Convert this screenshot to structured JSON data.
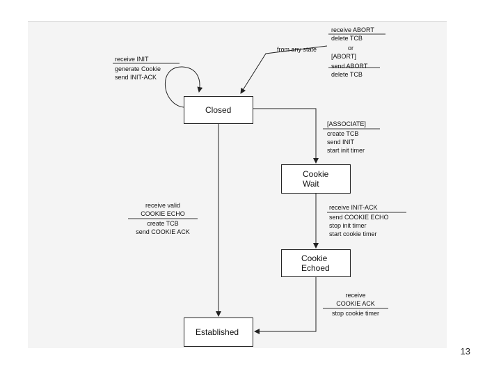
{
  "states": {
    "closed": "Closed",
    "cookie_wait": [
      "Cookie",
      "Wait"
    ],
    "cookie_echoed": [
      "Cookie",
      "Echoed"
    ],
    "established": "Established"
  },
  "labels": {
    "abort_top": {
      "trigger": "receive ABORT",
      "action": "delete TCB",
      "or": "or",
      "trigger2": "[ABORT]",
      "actions2": [
        "send ABORT",
        "delete TCB"
      ]
    },
    "from_any_state": "from any state",
    "init": {
      "trigger": "receive INIT",
      "actions": [
        "generate Cookie",
        "send INIT-ACK"
      ]
    },
    "associate": {
      "trigger": "[ASSOCIATE]",
      "actions": [
        "create TCB",
        "send INIT",
        "start init timer"
      ]
    },
    "init_ack": {
      "trigger": "receive INIT-ACK",
      "actions": [
        "send COOKIE ECHO",
        "stop init timer",
        "start cookie timer"
      ]
    },
    "valid_echo": {
      "trigger": [
        "receive valid",
        "COOKIE ECHO"
      ],
      "actions": [
        "create TCB",
        "send COOKIE ACK"
      ]
    },
    "cookie_ack": {
      "trigger": [
        "receive",
        "COOKIE ACK"
      ],
      "actions": [
        "stop cookie timer"
      ]
    }
  },
  "page_number": "13"
}
